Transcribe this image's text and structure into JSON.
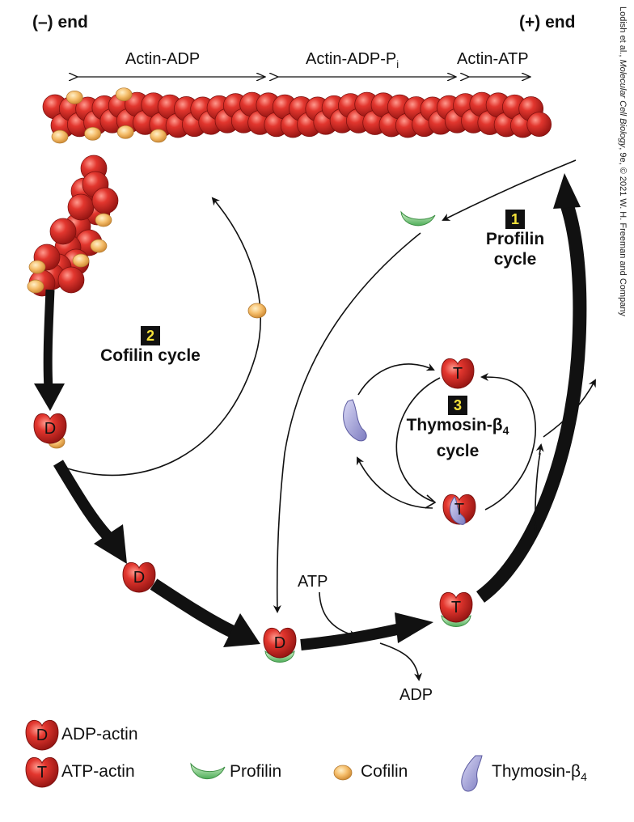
{
  "header": {
    "minus_end": "(–) end",
    "plus_end": "(+) end"
  },
  "filament_regions": {
    "adp": "Actin-ADP",
    "adp_pi": "Actin-ADP-P",
    "adp_pi_sub": "i",
    "atp": "Actin-ATP"
  },
  "cycles": {
    "profilin": {
      "number": "1",
      "line1": "Profilin",
      "line2": "cycle"
    },
    "cofilin": {
      "number": "2",
      "line1": "Cofilin cycle"
    },
    "thymosin": {
      "number": "3",
      "line1": "Thymosin-β",
      "line1_sub": "4",
      "line2": "cycle"
    }
  },
  "nucleotides": {
    "atp": "ATP",
    "adp": "ADP"
  },
  "monomer_letters": {
    "adp": "D",
    "atp": "T"
  },
  "legend": {
    "adp_actin": "ADP-actin",
    "atp_actin": "ATP-actin",
    "profilin": "Profilin",
    "cofilin": "Cofilin",
    "thymosin": "Thymosin-β",
    "thymosin_sub": "4"
  },
  "credit": {
    "prefix": "Lodish et al., ",
    "title": "Molecular Cell Biology",
    "suffix": ", 9e, © 2021 W. H. Freeman and Company"
  },
  "colors": {
    "actin": "#d42a25",
    "actin_dark": "#8e1210",
    "cofilin": "#f2b25e",
    "profilin": "#8fd08f",
    "thymosin": "#a7a6d8",
    "number_text": "#f5e23a"
  }
}
